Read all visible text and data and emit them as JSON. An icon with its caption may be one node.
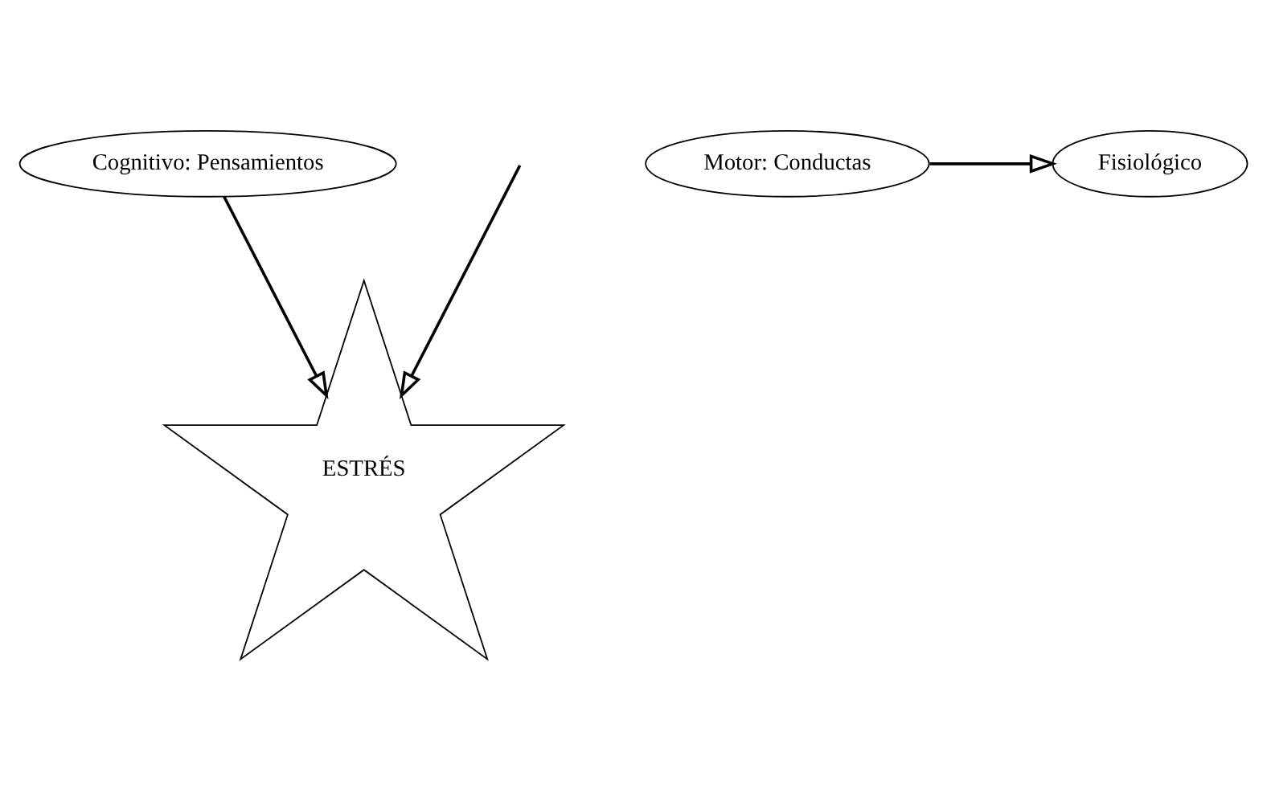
{
  "diagram": {
    "nodes": [
      {
        "text": [
          "Cognitivo: Pensamientos"
        ]
      },
      {
        "text": [
          "ESTRÉS"
        ]
      },
      {
        "text": [
          "Fisiológico"
        ]
      },
      {
        "text": [
          "Motor: Conductas"
        ]
      }
    ],
    "edges": [
      {
        "from": 0,
        "to": 1,
        "arrow": "to"
      },
      {
        "from": null,
        "to": 1,
        "arrow": "to"
      },
      {
        "from": 3,
        "to": 2,
        "arrow": "to"
      }
    ]
  }
}
